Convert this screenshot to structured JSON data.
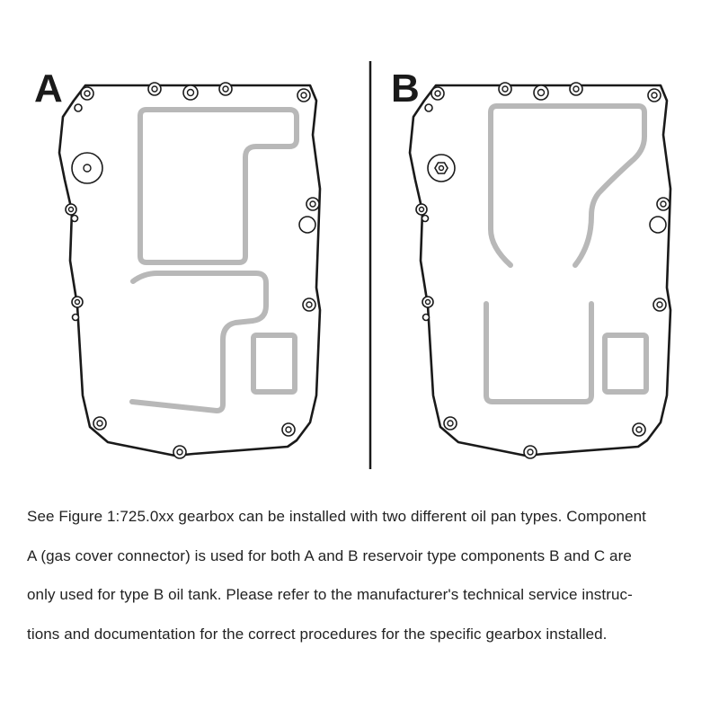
{
  "figure": {
    "panel_a_label": "A",
    "panel_b_label": "B"
  },
  "caption": {
    "lines": [
      "See Figure 1:725.0xx gearbox can be installed with two different oil pan types. Component",
      "A (gas cover connector) is used for both A and B reservoir type components B and C are",
      "only used for type B oil tank. Please refer to the manufacturer's technical service instruc-",
      "tions and documentation for the correct procedures for the specific gearbox installed."
    ]
  },
  "colors": {
    "outline": "#1a1a1a",
    "rib": "#b8b8b8",
    "text": "#222222"
  }
}
